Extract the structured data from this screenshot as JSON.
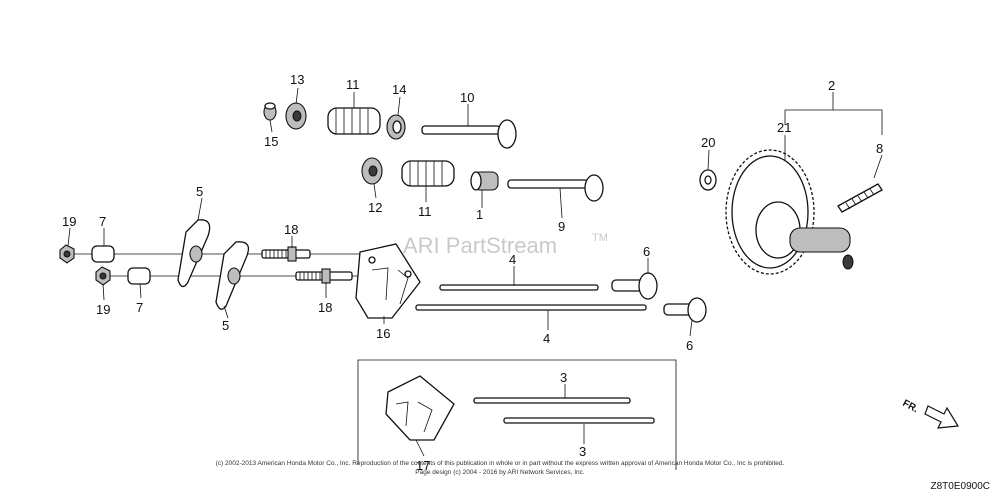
{
  "labels": {
    "p1": "1",
    "p2": "2",
    "p3a": "3",
    "p3b": "3",
    "p4a": "4",
    "p4b": "4",
    "p5a": "5",
    "p5b": "5",
    "p6a": "6",
    "p6b": "6",
    "p7a": "7",
    "p7b": "7",
    "p8": "8",
    "p9": "9",
    "p10": "10",
    "p11a": "11",
    "p11b": "11",
    "p12": "12",
    "p13": "13",
    "p14": "14",
    "p15": "15",
    "p16": "16",
    "p17": "17",
    "p18a": "18",
    "p18b": "18",
    "p19a": "19",
    "p19b": "19",
    "p20": "20",
    "p21": "21"
  },
  "watermark": {
    "text": "ARI PartStream",
    "tm": "TM"
  },
  "footer": {
    "copyright_line1": "(c) 2002-2013 American Honda Motor Co., Inc. Reproduction of the contents of this publication in whole or in part without the express written approval of American Honda Motor Co., Inc is prohibited.",
    "copyright_line2": "Page design (c) 2004 - 2016 by ARI Network Services, Inc.",
    "diagram_code": "Z8T0E0900C"
  },
  "direction_indicator": "FR."
}
